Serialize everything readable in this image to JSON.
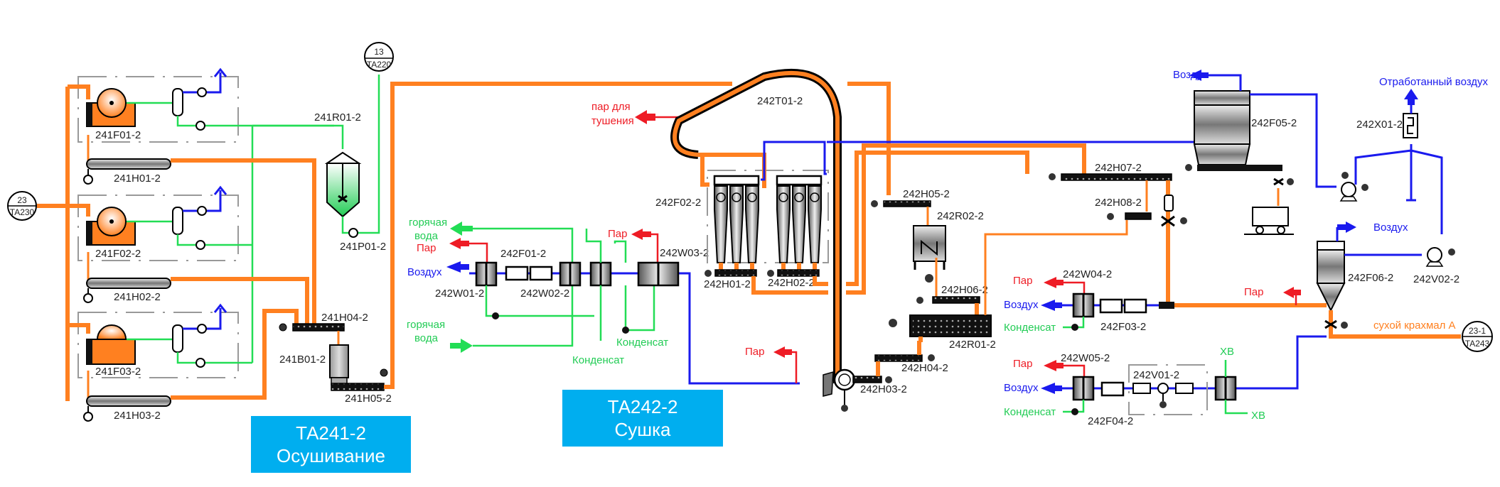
{
  "sections": [
    {
      "code": "ТА241-2",
      "name": "Осушивание"
    },
    {
      "code": "ТА242-2",
      "name": "Сушка"
    }
  ],
  "connectors": {
    "in_ta230": {
      "num": "23",
      "code": "TA230"
    },
    "in_ta220": {
      "num": "13",
      "code": "TA220"
    },
    "out_ta243": {
      "num": "23-1",
      "code": "TA243"
    }
  },
  "equipment": {
    "f01": "241F01-2",
    "f02": "241F02-2",
    "f03": "241F03-2",
    "h01": "241H01-2",
    "h02": "241H02-2",
    "h03": "241H03-2",
    "r01": "241R01-2",
    "p01": "241P01-2",
    "h04": "241H04-2",
    "b01": "241B01-2",
    "h05": "241H05-2",
    "w01": "242W01-2",
    "f01b": "242F01-2",
    "w02": "242W02-2",
    "w03": "242W03-2",
    "t01": "242T01-2",
    "f02b": "242F02-2",
    "h01b": "242H01-2",
    "h02b": "242H02-2",
    "h03b": "242H03-2",
    "h04b": "242H04-2",
    "h05b": "242H05-2",
    "h06b": "242H06-2",
    "r02b": "242R02-2",
    "r01b": "242R01-2",
    "h07b": "242H07-2",
    "h08b": "242H08-2",
    "f05b": "242F05-2",
    "x01b": "242X01-2",
    "f06b": "242F06-2",
    "v02b": "242V02-2",
    "w04b": "242W04-2",
    "f03b": "242F03-2",
    "w05b": "242W05-2",
    "v01b": "242V01-2",
    "f04b": "242F04-2"
  },
  "streams": {
    "hot_water_1": "горячая",
    "hot_water_1b": "вода",
    "steam": "Пар",
    "air": "Воздух",
    "hot_water_2": "горячая",
    "hot_water_2b": "вода",
    "condensate": "Конденсат",
    "steam_quench_1": "пар для",
    "steam_quench_2": "тушения",
    "exhaust_air": "Отработанный воздух",
    "dry_starch": "сухой крахмал А",
    "cold_water": "ХВ"
  },
  "colors": {
    "product": "#ff8020",
    "water": "#22dd55",
    "steam": "#ee1c25",
    "air": "#1a1aee",
    "section_box": "#00aeef"
  }
}
